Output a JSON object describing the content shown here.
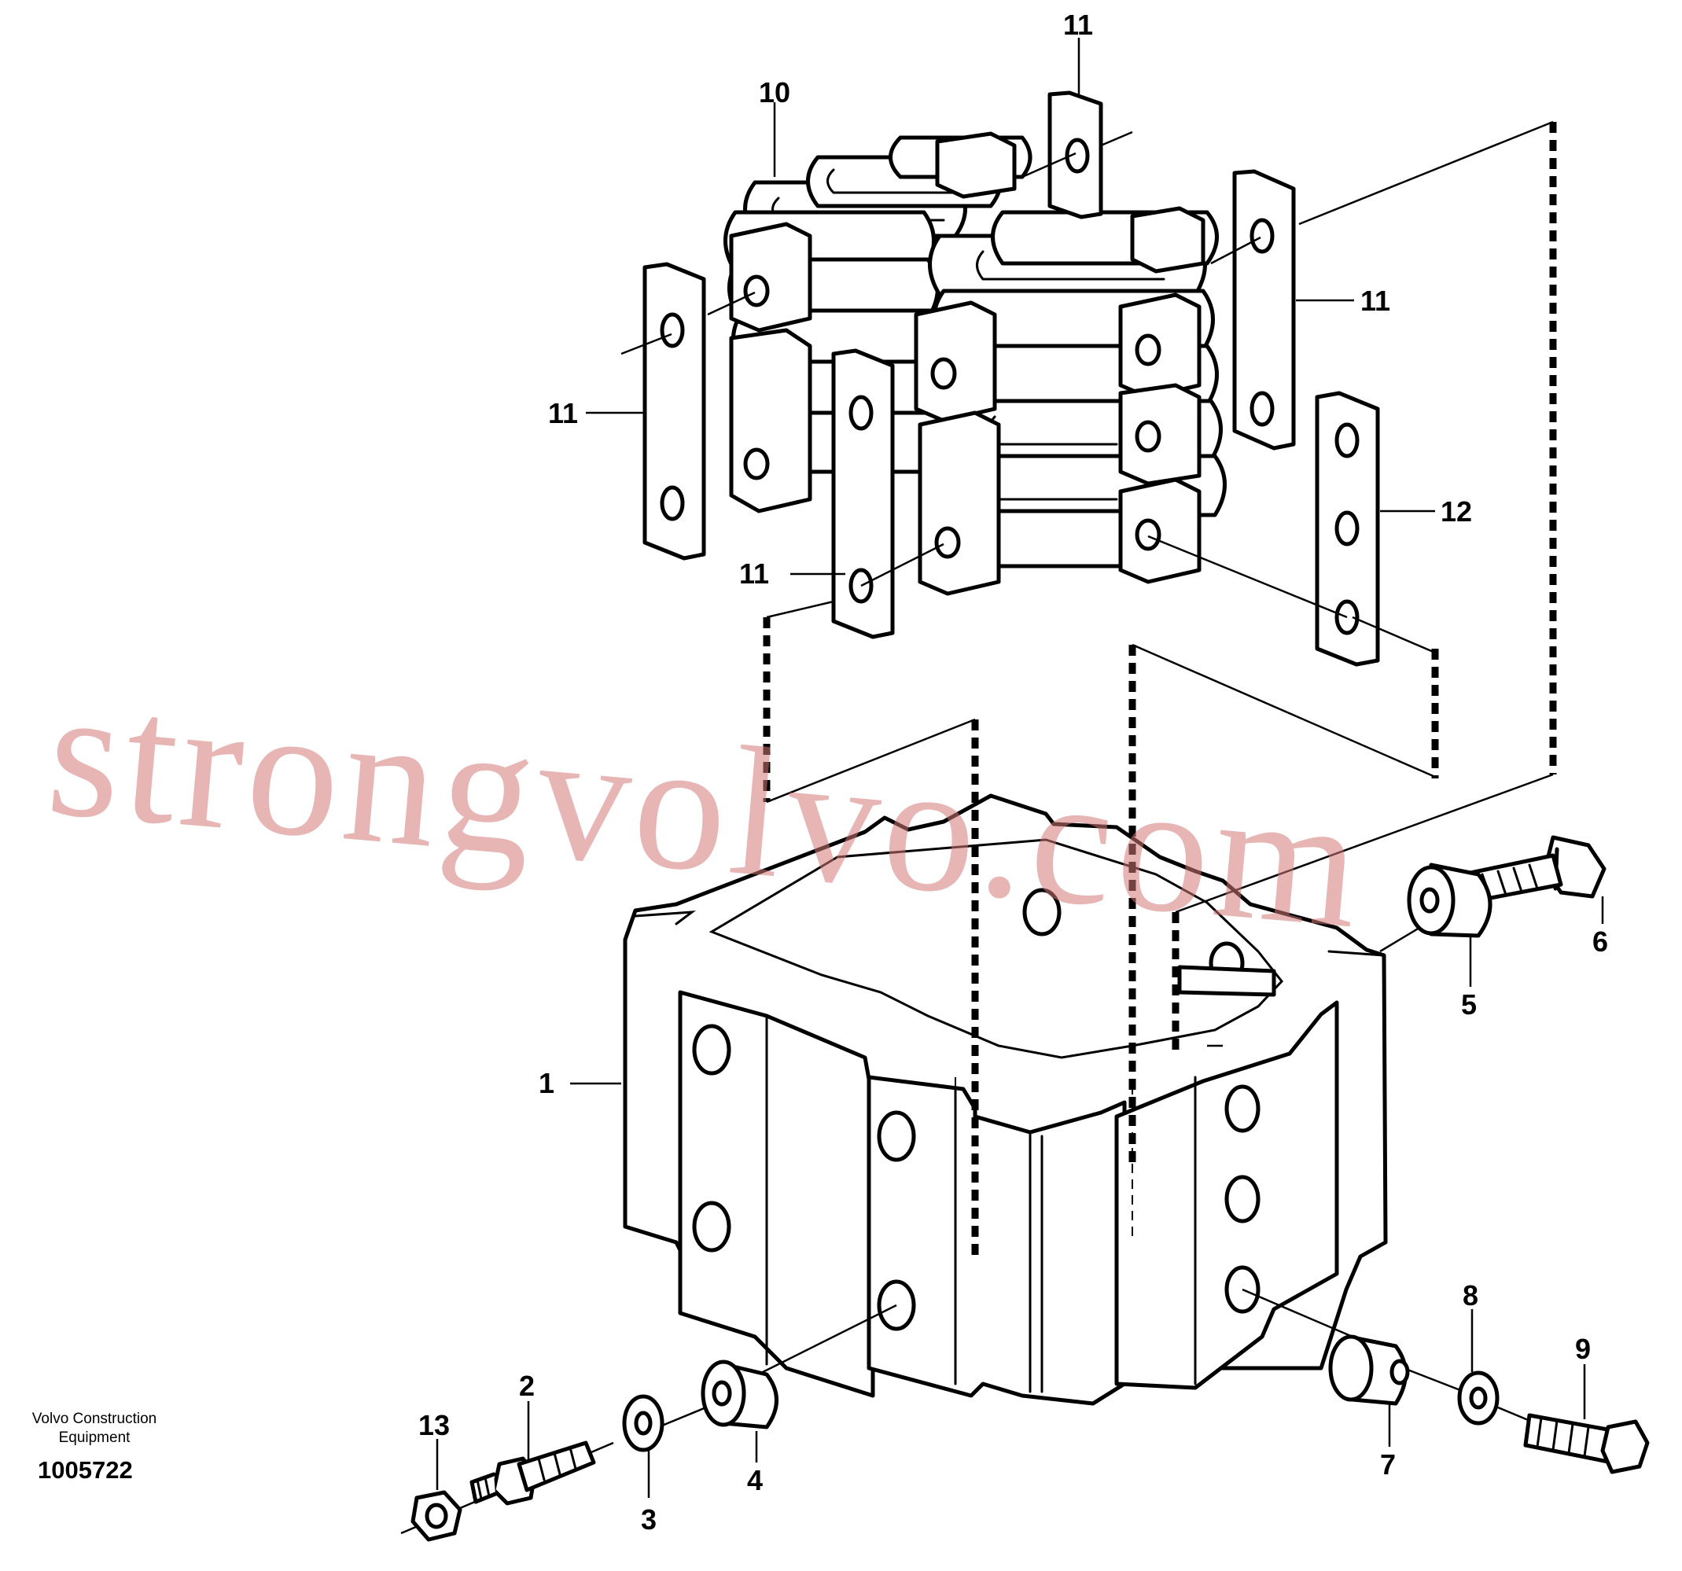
{
  "diagram": {
    "callouts": {
      "c1": "1",
      "c2": "2",
      "c3": "3",
      "c4": "4",
      "c5": "5",
      "c6": "6",
      "c7": "7",
      "c8": "8",
      "c9": "9",
      "c10": "10",
      "c11a": "11",
      "c11b": "11",
      "c11c": "11",
      "c11d": "11",
      "c12": "12",
      "c13": "13"
    },
    "watermark": "strongvolvo.com",
    "credit_line1": "Volvo Construction",
    "credit_line2": "Equipment",
    "document_number": "1005722"
  }
}
